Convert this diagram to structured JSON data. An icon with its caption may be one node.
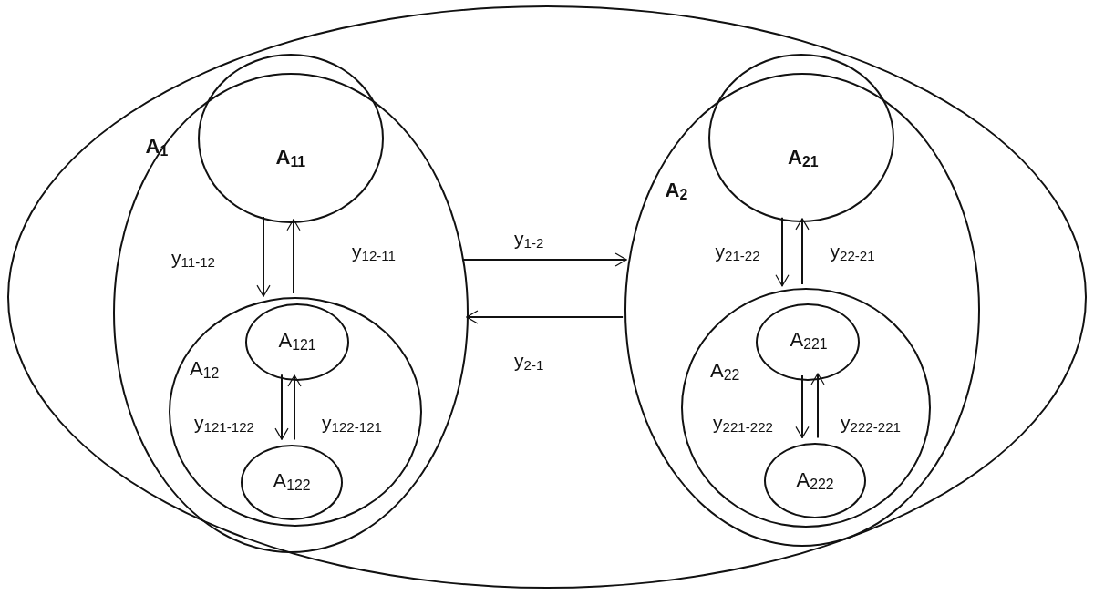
{
  "diagram": {
    "nodes": [
      {
        "text": [],
        "shape": "ellipse"
      },
      {
        "text": [
          "A$_{1}$"
        ],
        "in": 0
      },
      {
        "text": [
          "A$_{11}$"
        ],
        "in": 1
      },
      {
        "text": [
          "A$_{12}$"
        ],
        "in": 1
      },
      {
        "text": [
          "A$_{121}$"
        ],
        "in": 3
      },
      {
        "text": [
          "A$_{122}$"
        ],
        "in": 3
      },
      {
        "text": [
          "A$_{2}$"
        ],
        "in": 0
      },
      {
        "text": [
          "A$_{21}$"
        ],
        "in": 6
      },
      {
        "text": [
          "A$_{22}$"
        ],
        "in": 6
      },
      {
        "text": [
          "A$_{221}$"
        ],
        "in": 8
      },
      {
        "text": [
          "A$_{222}$"
        ],
        "in": 8
      }
    ],
    "edges": [
      {
        "from": 2,
        "to": 3,
        "arrow": "to",
        "label": "y$_{11-12}$"
      },
      {
        "from": 3,
        "to": 2,
        "arrow": "to",
        "label": "y$_{12-11}$"
      },
      {
        "from": 1,
        "to": 6,
        "arrow": "to",
        "label": "y$_{1-2}$"
      },
      {
        "from": 6,
        "to": 1,
        "arrow": "to",
        "label": "y$_{2-1}$"
      },
      {
        "from": 4,
        "to": 5,
        "arrow": "to",
        "label": "y$_{121-122}$"
      },
      {
        "from": 5,
        "to": 4,
        "arrow": "to",
        "label": "y$_{122-121}$"
      },
      {
        "from": 7,
        "to": 8,
        "arrow": "to",
        "label": "y$_{21-22}$"
      },
      {
        "from": 8,
        "to": 7,
        "arrow": "to",
        "label": "y$_{22-21}$"
      },
      {
        "from": 9,
        "to": 10,
        "arrow": "to",
        "label": "y$_{221-222}$"
      },
      {
        "from": 10,
        "to": 9,
        "arrow": "to",
        "label": "y$_{222-221}$"
      }
    ]
  }
}
